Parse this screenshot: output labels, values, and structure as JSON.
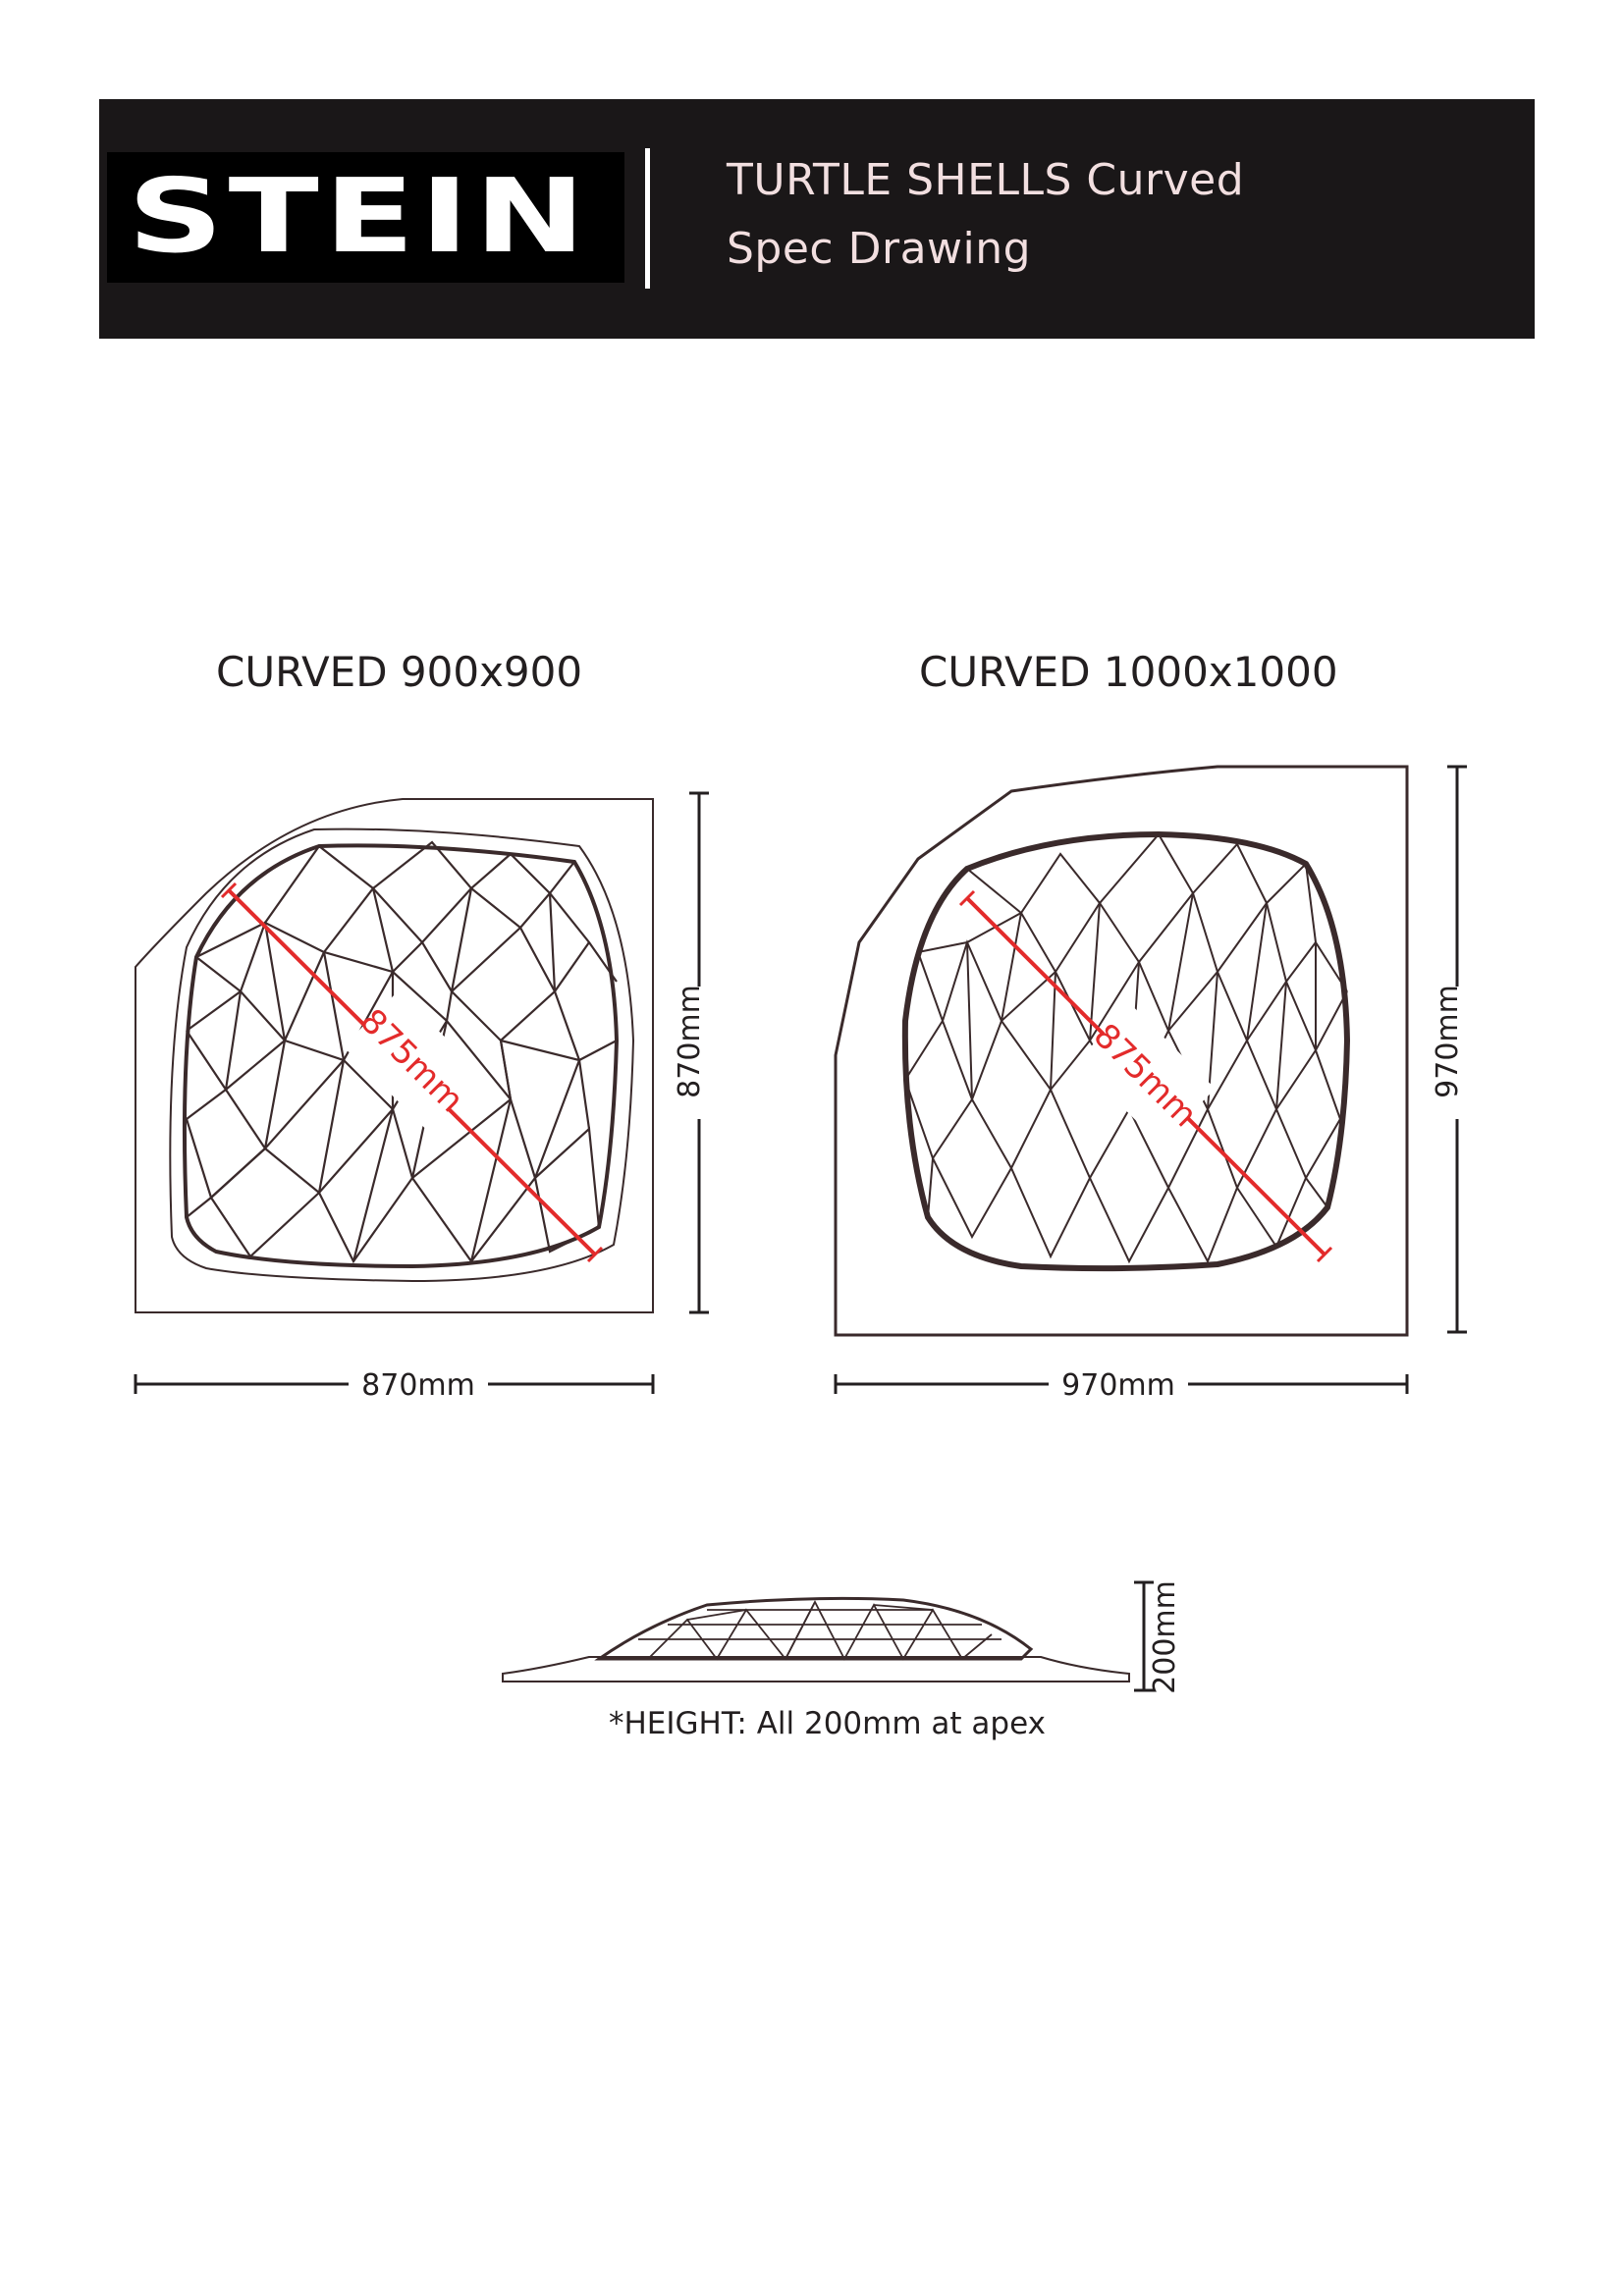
{
  "header": {
    "logo_text": "STEIN",
    "title_line1": "TURTLE SHELLS Curved",
    "title_line2": "Spec Drawing"
  },
  "variants": [
    {
      "title": "CURVED 900x900",
      "width_label": "870mm",
      "height_label": "870mm",
      "diagonal_label": "875mm"
    },
    {
      "title": "CURVED 1000x1000",
      "width_label": "970mm",
      "height_label": "970mm",
      "diagonal_label": "875mm"
    }
  ],
  "profile": {
    "height_label": "200mm",
    "note": "*HEIGHT: All 200mm at apex"
  },
  "colors": {
    "header_bg": "#1a1718",
    "outline": "#3a2a2b",
    "diagonal": "#e32b2b"
  }
}
